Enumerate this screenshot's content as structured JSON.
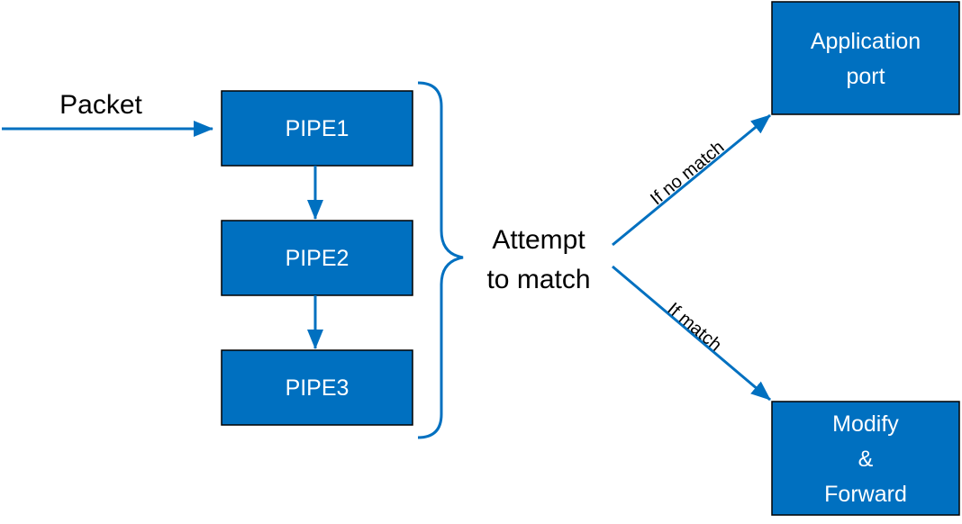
{
  "colors": {
    "box_fill": "#0070c0",
    "box_stroke": "#000000",
    "arrow": "#0070c0",
    "text_on_box": "#ffffff",
    "text": "#000000"
  },
  "input": {
    "label": "Packet"
  },
  "pipes": [
    {
      "label": "PIPE1"
    },
    {
      "label": "PIPE2"
    },
    {
      "label": "PIPE3"
    }
  ],
  "brace_label": {
    "line1": "Attempt",
    "line2": "to match"
  },
  "branches": {
    "no_match": {
      "label": "If no match",
      "target": {
        "line1": "Application",
        "line2": "port"
      }
    },
    "match": {
      "label": "If match",
      "target": {
        "line1": "Modify",
        "line2": "&",
        "line3": "Forward"
      }
    }
  }
}
